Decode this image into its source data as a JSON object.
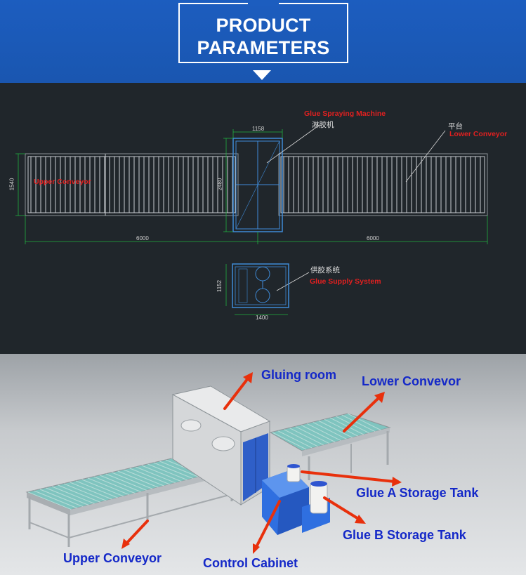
{
  "header": {
    "title_line1": "PRODUCT",
    "title_line2": "PARAMETERS"
  },
  "cad": {
    "glue_spraying_en": "Glue Spraying Machine",
    "glue_spraying_cn": "淋胶机",
    "platform_cn": "平台",
    "lower_conveyor_en": "Lower Conveyor",
    "upper_conveyor_en": "Upper Conveyor",
    "glue_supply_cn": "供胶系统",
    "glue_supply_en": "Glue Supply System",
    "dims": {
      "width_machine": "1158",
      "height_conveyor": "1540",
      "height_machine": "2480",
      "len_left": "6000",
      "len_right": "6000",
      "supply_h": "1152",
      "supply_w": "1400"
    }
  },
  "render": {
    "gluing_room": "Gluing room",
    "lower_conveyor": "Lower Convevor",
    "glue_a": "Glue A Storage Tank",
    "glue_b": "Glue B Storage Tank",
    "upper_conveyor": "Upper Conveyor",
    "control_cabinet": "Control Cabinet"
  },
  "colors": {
    "header_blue": "#1c5dbf",
    "cad_bg": "#20262b",
    "label_red": "#e02020",
    "label_blue": "#1428c8",
    "arrow_red": "#e8300c",
    "cabinet_blue": "#2f6fe0"
  }
}
